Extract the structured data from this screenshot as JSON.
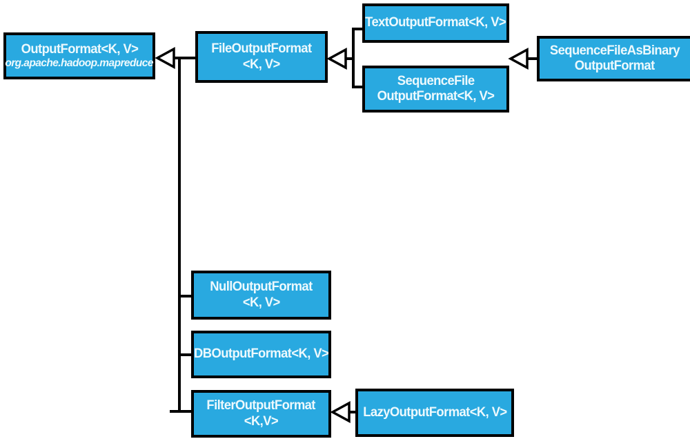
{
  "diagram": {
    "description": "Class hierarchy of OutputFormat in org.apache.hadoop.mapreduce",
    "colors": {
      "box_fill": "#29a9e0",
      "box_border": "#000000",
      "box_text": "#edf9fd",
      "background": "#ffffff"
    },
    "nodes": [
      {
        "id": "OutputFormat",
        "lines": [
          "OutputFormat<K, V>"
        ],
        "subtitle": "org.apache.hadoop.mapreduce"
      },
      {
        "id": "FileOutputFormat",
        "lines": [
          "FileOutputFormat",
          "<K, V>"
        ]
      },
      {
        "id": "TextOutputFormat",
        "lines": [
          "TextOutputFormat<K, V>"
        ]
      },
      {
        "id": "SequenceFileOutputFormat",
        "lines": [
          "SequenceFile",
          "OutputFormat<K, V>"
        ]
      },
      {
        "id": "SequenceFileAsBinaryOutputFormat",
        "lines": [
          "SequenceFileAsBinary",
          "OutputFormat"
        ]
      },
      {
        "id": "NullOutputFormat",
        "lines": [
          "NullOutputFormat",
          "<K, V>"
        ]
      },
      {
        "id": "DBOutputFormat",
        "lines": [
          "DBOutputFormat<K, V>"
        ]
      },
      {
        "id": "FilterOutputFormat",
        "lines": [
          "FilterOutputFormat",
          "<K,V>"
        ]
      },
      {
        "id": "LazyOutputFormat",
        "lines": [
          "LazyOutputFormat<K, V>"
        ]
      }
    ],
    "edges": [
      {
        "from": "FileOutputFormat",
        "to": "OutputFormat",
        "type": "inheritance"
      },
      {
        "from": "NullOutputFormat",
        "to": "OutputFormat",
        "type": "inheritance"
      },
      {
        "from": "DBOutputFormat",
        "to": "OutputFormat",
        "type": "inheritance"
      },
      {
        "from": "FilterOutputFormat",
        "to": "OutputFormat",
        "type": "inheritance"
      },
      {
        "from": "TextOutputFormat",
        "to": "FileOutputFormat",
        "type": "inheritance"
      },
      {
        "from": "SequenceFileOutputFormat",
        "to": "FileOutputFormat",
        "type": "inheritance"
      },
      {
        "from": "SequenceFileAsBinaryOutputFormat",
        "to": "SequenceFileOutputFormat",
        "type": "inheritance"
      },
      {
        "from": "LazyOutputFormat",
        "to": "FilterOutputFormat",
        "type": "inheritance"
      }
    ]
  }
}
